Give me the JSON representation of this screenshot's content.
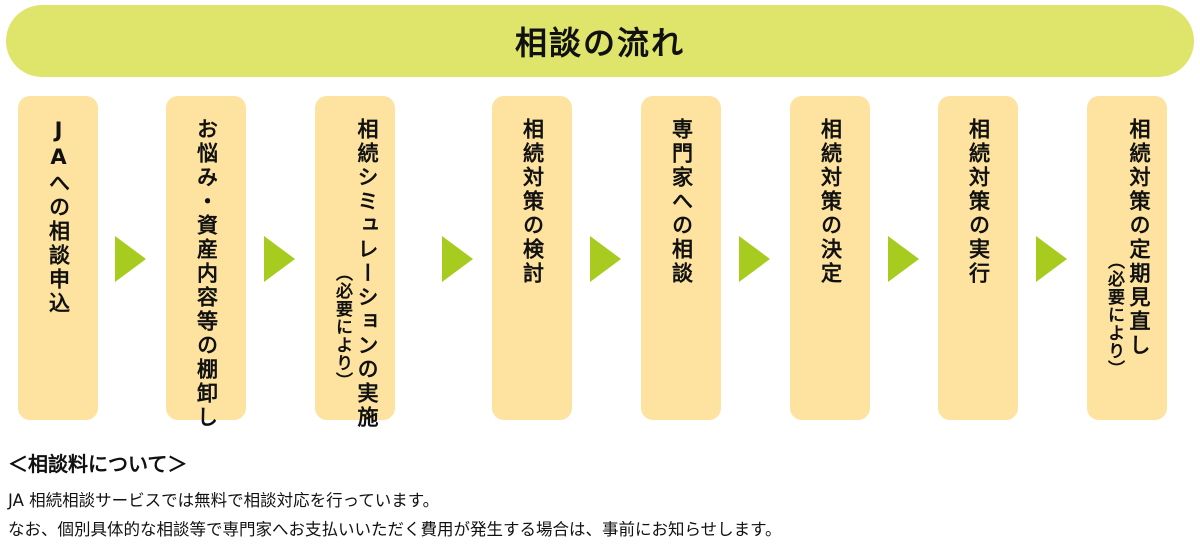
{
  "colors": {
    "title_bar": "#dfe46a",
    "step_box": "#fde39f",
    "arrow": "#a7cc1f",
    "text": "#111111"
  },
  "title": "相談の流れ",
  "steps": [
    {
      "label": "JAへの相談申込",
      "note": ""
    },
    {
      "label": "お悩み・資産内容等の棚卸し",
      "note": ""
    },
    {
      "label": "相続シミュレーションの実施",
      "note": "（必要により）"
    },
    {
      "label": "相続対策の検討",
      "note": ""
    },
    {
      "label": "専門家への相談",
      "note": ""
    },
    {
      "label": "相続対策の決定",
      "note": ""
    },
    {
      "label": "相続対策の実行",
      "note": ""
    },
    {
      "label": "相続対策の定期見直し",
      "note": "（必要により）"
    }
  ],
  "fees": {
    "heading": "＜相談料について＞",
    "line1": "JA 相続相談サービスでは無料で相談対応を行っています。",
    "line2": "なお、個別具体的な相談等で専門家へお支払いいただく費用が発生する場合は、事前にお知らせします。"
  }
}
